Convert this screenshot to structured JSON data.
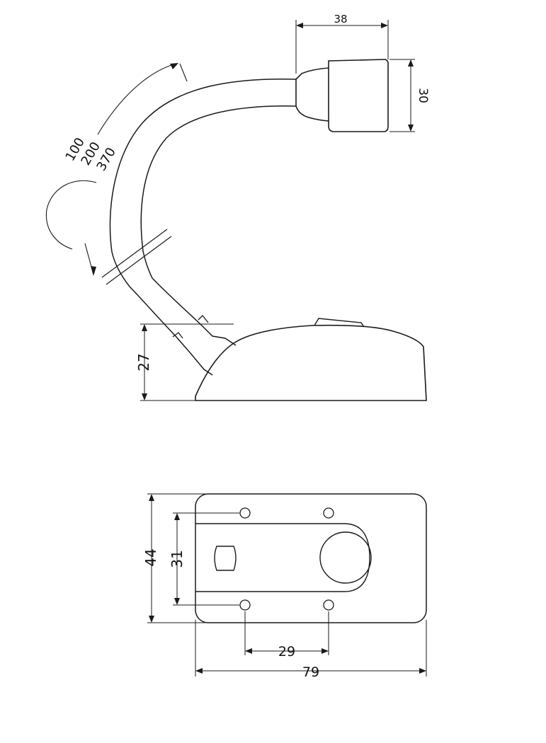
{
  "drawing": {
    "side_view": {
      "head_width": "38",
      "head_diameter": "30",
      "base_height": "27",
      "arm_lengths": [
        "100",
        "200",
        "370"
      ]
    },
    "top_view": {
      "base_width": "79",
      "base_depth": "44",
      "hole_spacing_x": "29",
      "hole_spacing_y": "31"
    }
  }
}
